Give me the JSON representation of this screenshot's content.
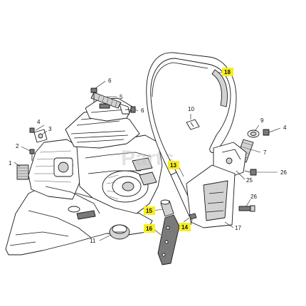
{
  "diagram": {
    "highlight_color": "#f7ee1f",
    "labels": {
      "l1": "1",
      "l2": "2",
      "l3": "3",
      "l4a": "4",
      "l4b": "4",
      "l5": "5",
      "l6a": "6",
      "l6b": "6",
      "l7": "7",
      "l9": "9",
      "l10": "10",
      "l11": "11",
      "l13": "13",
      "l14": "14",
      "l15": "15",
      "l16": "16",
      "l17": "17",
      "l18": "18",
      "l25": "25",
      "l26a": "26",
      "l26b": "26"
    },
    "watermark_text": "Parts"
  }
}
